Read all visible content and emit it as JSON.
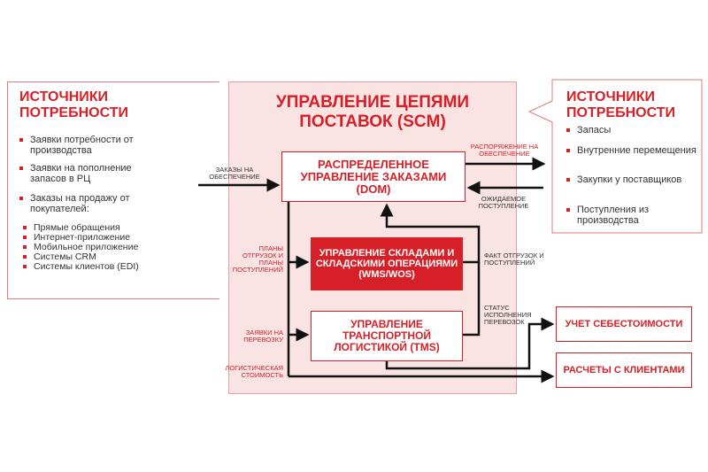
{
  "left_sources": {
    "title": "ИСТОЧНИКИ ПОТРЕБНОСТИ",
    "items": [
      "Заявки потребности от производства",
      "Заявки на пополнение запасов в РЦ",
      "Заказы на продажу от покупателей:"
    ],
    "subitems": [
      "Прямые обращения",
      "Интернет-приложение",
      "Мобильное приложение",
      "Системы CRM",
      "Системы клиентов (EDI)"
    ]
  },
  "scm": {
    "title": "УПРАВЛЕНИЕ ЦЕПЯМИ ПОСТАВОК (SCM)",
    "dom": "РАСПРЕДЕЛЕННОЕ УПРАВЛЕНИЕ ЗАКАЗАМИ (DOM)",
    "wms": "УПРАВЛЕНИЕ СКЛАДАМИ И СКЛАДСКИМИ ОПЕРАЦИЯМИ (WMS/WOS)",
    "tms": "УПРАВЛЕНИЕ ТРАНСПОРТНОЙ ЛОГИСТИКОЙ (TMS)"
  },
  "right_sources": {
    "title": "ИСТОЧНИКИ ПОТРЕБНОСТИ",
    "items": [
      "Запасы",
      "Внутренние перемещения",
      "Закупки у поставщиков",
      "Поступления из производства"
    ]
  },
  "outputs": {
    "cost": "УЧЕТ СЕБЕСТОИМОСТИ",
    "clients": "РАСЧЕТЫ С КЛИЕНТАМИ"
  },
  "labels": {
    "orders_supply": "ЗАКАЗЫ НА ОБЕСПЕЧЕНИЕ",
    "dispatch_supply": "РАСПОРЯЖЕНИЕ НА ОБЕСПЕЧЕНИЕ",
    "expected_receipt": "ОЖИДАЕМОЕ ПОСТУПЛЕНИЕ",
    "plans_shipments": "ПЛАНЫ ОТГРУЗОК И ПЛАНЫ ПОСТУПЛЕНИЙ",
    "fact_shipments": "ФАКТ ОТГРУЗОК И ПОСТУПЛЕНИЙ",
    "transport_request": "ЗАЯВКИ НА ПЕРЕВОЗКУ",
    "transport_status": "СТАТУС ИСПОЛНЕНИЯ ПЕРЕВОЗОК",
    "logistic_cost": "ЛОГИСТИЧЕСКАЯ СТОИМОСТЬ"
  },
  "colors": {
    "accent": "#d61f26",
    "panel_fill": "#f9e3e3",
    "arrow": "#111111"
  }
}
